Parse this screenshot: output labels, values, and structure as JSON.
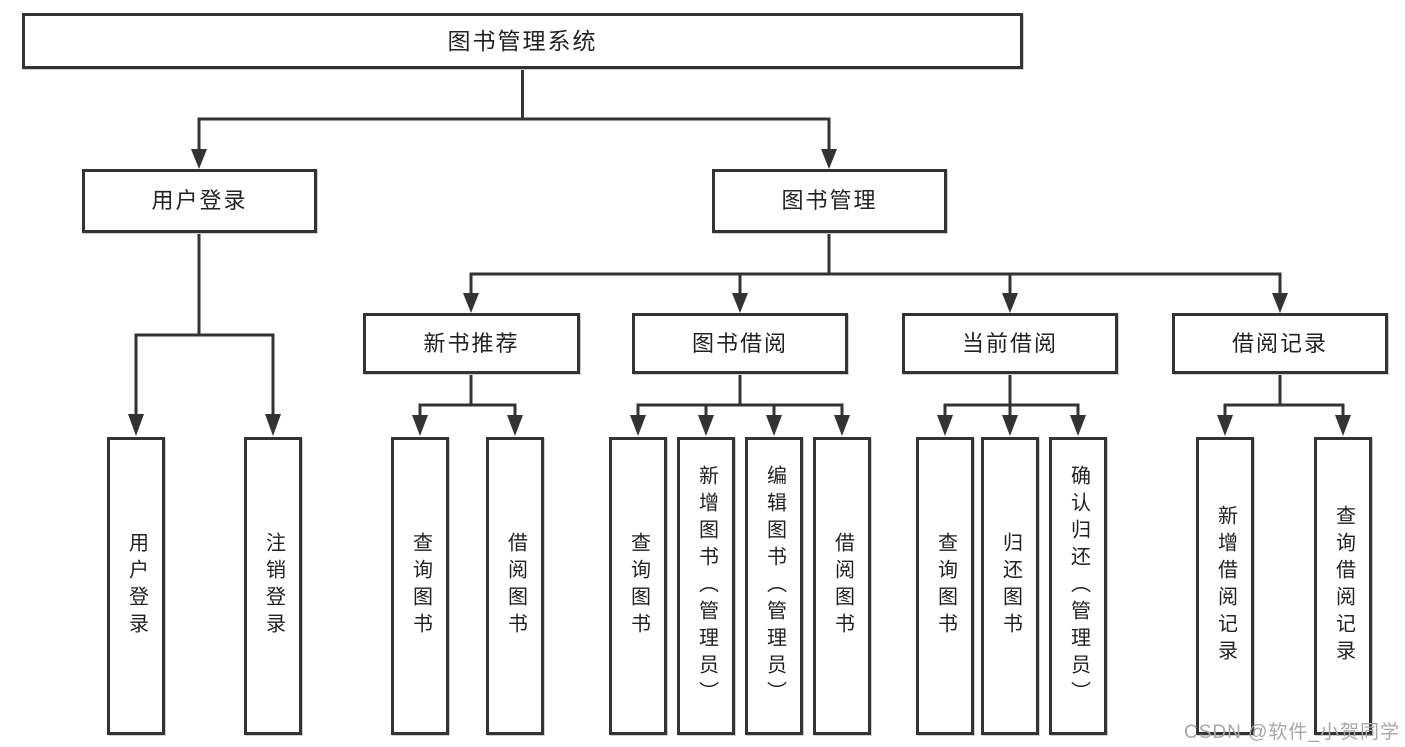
{
  "diagram": {
    "root": {
      "label": "图书管理系统",
      "children": [
        {
          "label": "用户登录",
          "children": [
            {
              "label": "用户登录"
            },
            {
              "label": "注销登录"
            }
          ]
        },
        {
          "label": "图书管理",
          "children": [
            {
              "label": "新书推荐",
              "children": [
                {
                  "label": "查询图书"
                },
                {
                  "label": "借阅图书"
                }
              ]
            },
            {
              "label": "图书借阅",
              "children": [
                {
                  "label": "查询图书"
                },
                {
                  "label": "新增图书（管理员）"
                },
                {
                  "label": "编辑图书（管理员）"
                },
                {
                  "label": "借阅图书"
                }
              ]
            },
            {
              "label": "当前借阅",
              "children": [
                {
                  "label": "查询图书"
                },
                {
                  "label": "归还图书"
                },
                {
                  "label": "确认归还（管理员）"
                }
              ]
            },
            {
              "label": "借阅记录",
              "children": [
                {
                  "label": "新增借阅记录"
                },
                {
                  "label": "查询借阅记录"
                }
              ]
            }
          ]
        }
      ]
    }
  },
  "watermark": {
    "text": "CSDN @软件_小贺同学"
  },
  "colors": {
    "line": "#333333",
    "text": "#222222",
    "box_fill": "#ffffff",
    "watermark": "#a7a7a7"
  }
}
